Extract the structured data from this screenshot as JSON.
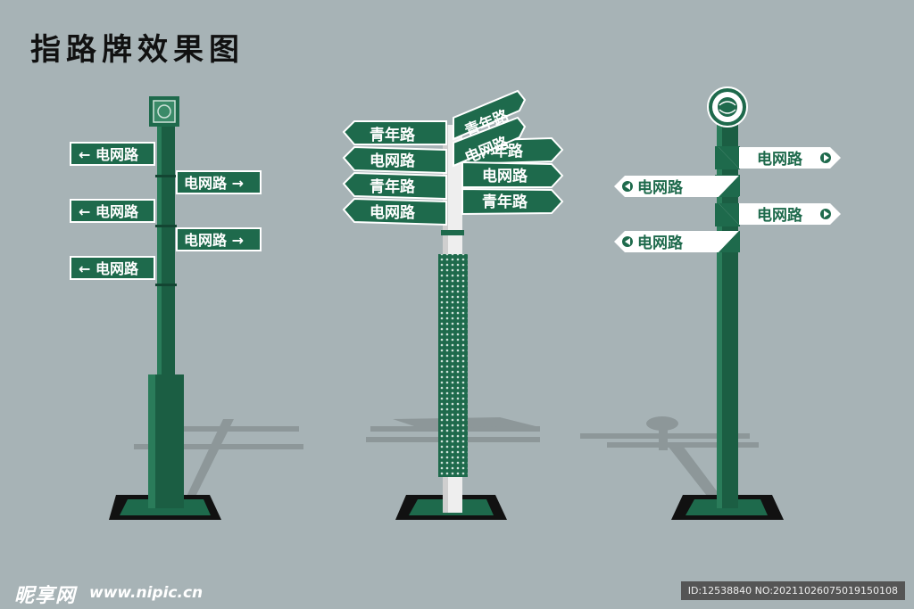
{
  "title": "指路牌效果图",
  "colors": {
    "background": "#a7b3b6",
    "sign_green": "#1e6a4c",
    "pole_green": "#1b5e43",
    "white": "#ffffff"
  },
  "post1": {
    "signs": [
      {
        "label": "电网路",
        "arrow": "←"
      },
      {
        "label": "电网路",
        "arrow": "→"
      },
      {
        "label": "电网路",
        "arrow": "←"
      },
      {
        "label": "电网路",
        "arrow": "→"
      },
      {
        "label": "电网路",
        "arrow": "←"
      }
    ]
  },
  "post2": {
    "left_signs": [
      "青年路",
      "电网路",
      "青年路",
      "电网路"
    ],
    "right_signs": [
      "青年路",
      "电网路",
      "电网路",
      "青年路"
    ],
    "right_back_sign": "年路"
  },
  "post3": {
    "signs": [
      {
        "label": "电网路"
      },
      {
        "label": "电网路"
      },
      {
        "label": "电网路"
      },
      {
        "label": "电网路"
      }
    ]
  },
  "footer": {
    "logo": "昵享网",
    "url": "www.nipic.cn",
    "id_text": "ID:12538840 NO:20211026075019150108"
  }
}
